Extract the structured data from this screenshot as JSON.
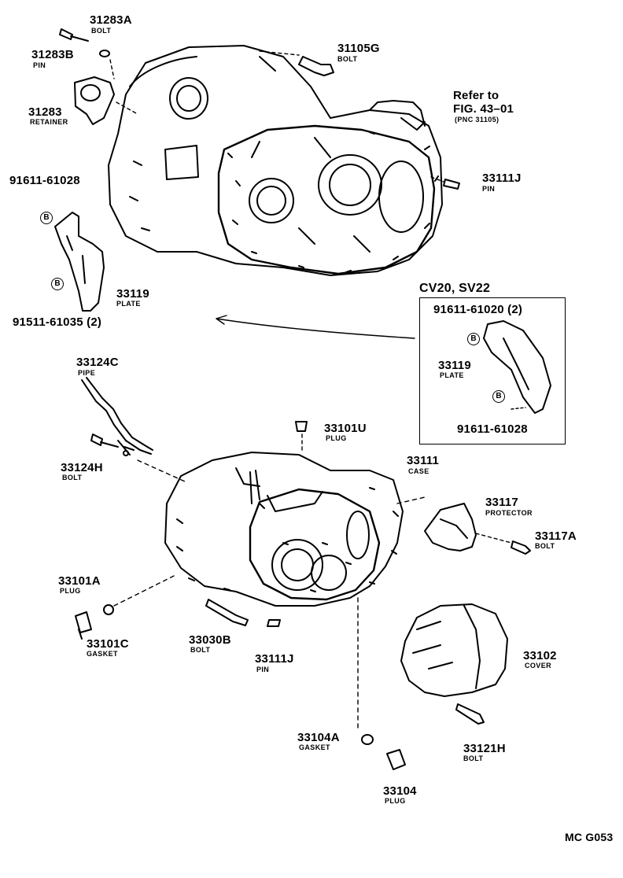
{
  "labels": {
    "p31283a": {
      "num": "31283A",
      "name": "BOLT"
    },
    "p31283b": {
      "num": "31283B",
      "name": "PIN"
    },
    "p31283": {
      "num": "31283",
      "name": "RETAINER"
    },
    "p31105g": {
      "num": "31105G",
      "name": "BOLT"
    },
    "refer": {
      "line1": "Refer to",
      "line2": "FIG. 43–01",
      "line3": "(PNC 31105)"
    },
    "p33111j_top": {
      "num": "33111J",
      "name": "PIN"
    },
    "p91611_61028_top": {
      "num": "91611-61028"
    },
    "p33119_left": {
      "num": "33119",
      "name": "PLATE"
    },
    "p91511_61035": {
      "num": "91511-61035 (2)"
    },
    "inset": {
      "title": "CV20, SV22",
      "p91611_61020": "91611-61020 (2)",
      "p33119": {
        "num": "33119",
        "name": "PLATE"
      },
      "p91611_61028": "91611-61028"
    },
    "p33124c": {
      "num": "33124C",
      "name": "PIPE"
    },
    "p33124h": {
      "num": "33124H",
      "name": "BOLT"
    },
    "p33101u": {
      "num": "33101U",
      "name": "PLUG"
    },
    "p33111": {
      "num": "33111",
      "name": "CASE"
    },
    "p33117": {
      "num": "33117",
      "name": "PROTECTOR"
    },
    "p33117a": {
      "num": "33117A",
      "name": "BOLT"
    },
    "p33101a": {
      "num": "33101A",
      "name": "PLUG"
    },
    "p33101c": {
      "num": "33101C",
      "name": "GASKET"
    },
    "p33030b": {
      "num": "33030B",
      "name": "BOLT"
    },
    "p33111j_bottom": {
      "num": "33111J",
      "name": "PIN"
    },
    "p33102": {
      "num": "33102",
      "name": "COVER"
    },
    "p33104a": {
      "num": "33104A",
      "name": "GASKET"
    },
    "p33121h": {
      "num": "33121H",
      "name": "BOLT"
    },
    "p33104": {
      "num": "33104",
      "name": "PLUG"
    },
    "bolt_marker": "B",
    "figure_code": "MC G053"
  }
}
